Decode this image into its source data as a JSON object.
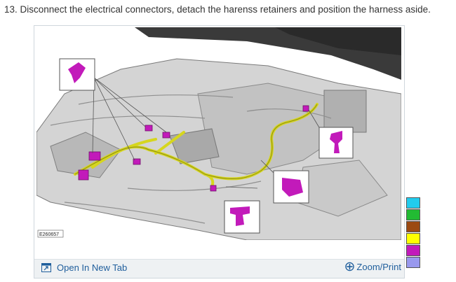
{
  "step": {
    "text": "13. Disconnect the electrical connectors, detach the harenss retainers and position the harness aside."
  },
  "figure": {
    "id_label": "E260657"
  },
  "footer": {
    "open_new_tab": "Open In New Tab",
    "zoom_print": "Zoom/Print"
  },
  "colors": {
    "accent": "#1f5e9c",
    "harness": "#d6d61e",
    "connector": "#c21aba",
    "swatches": [
      "#22ccee",
      "#22bb33",
      "#9c4a12",
      "#ffff00",
      "#c21aba",
      "#9999ee"
    ]
  },
  "icons": {
    "open_tab": "open-new-tab-icon",
    "zoom": "zoom-plus-icon"
  }
}
